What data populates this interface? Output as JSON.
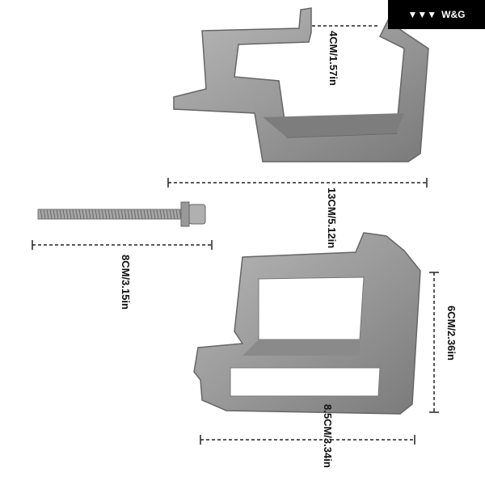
{
  "brand": {
    "name": "W&G",
    "logo_icon": "triple-chevron-logo-icon"
  },
  "dimensions": {
    "gap": "4CM/1.57in",
    "clamp_length": "13CM/5.12in",
    "bolt_length": "8CM/3.15in",
    "clamp_height": "6CM/2.36in",
    "clamp_width": "8.5CM/3.34in"
  },
  "colors": {
    "metal": "#9a9a9a",
    "metal_dark": "#6f6f6f",
    "badge_bg": "#000000"
  }
}
